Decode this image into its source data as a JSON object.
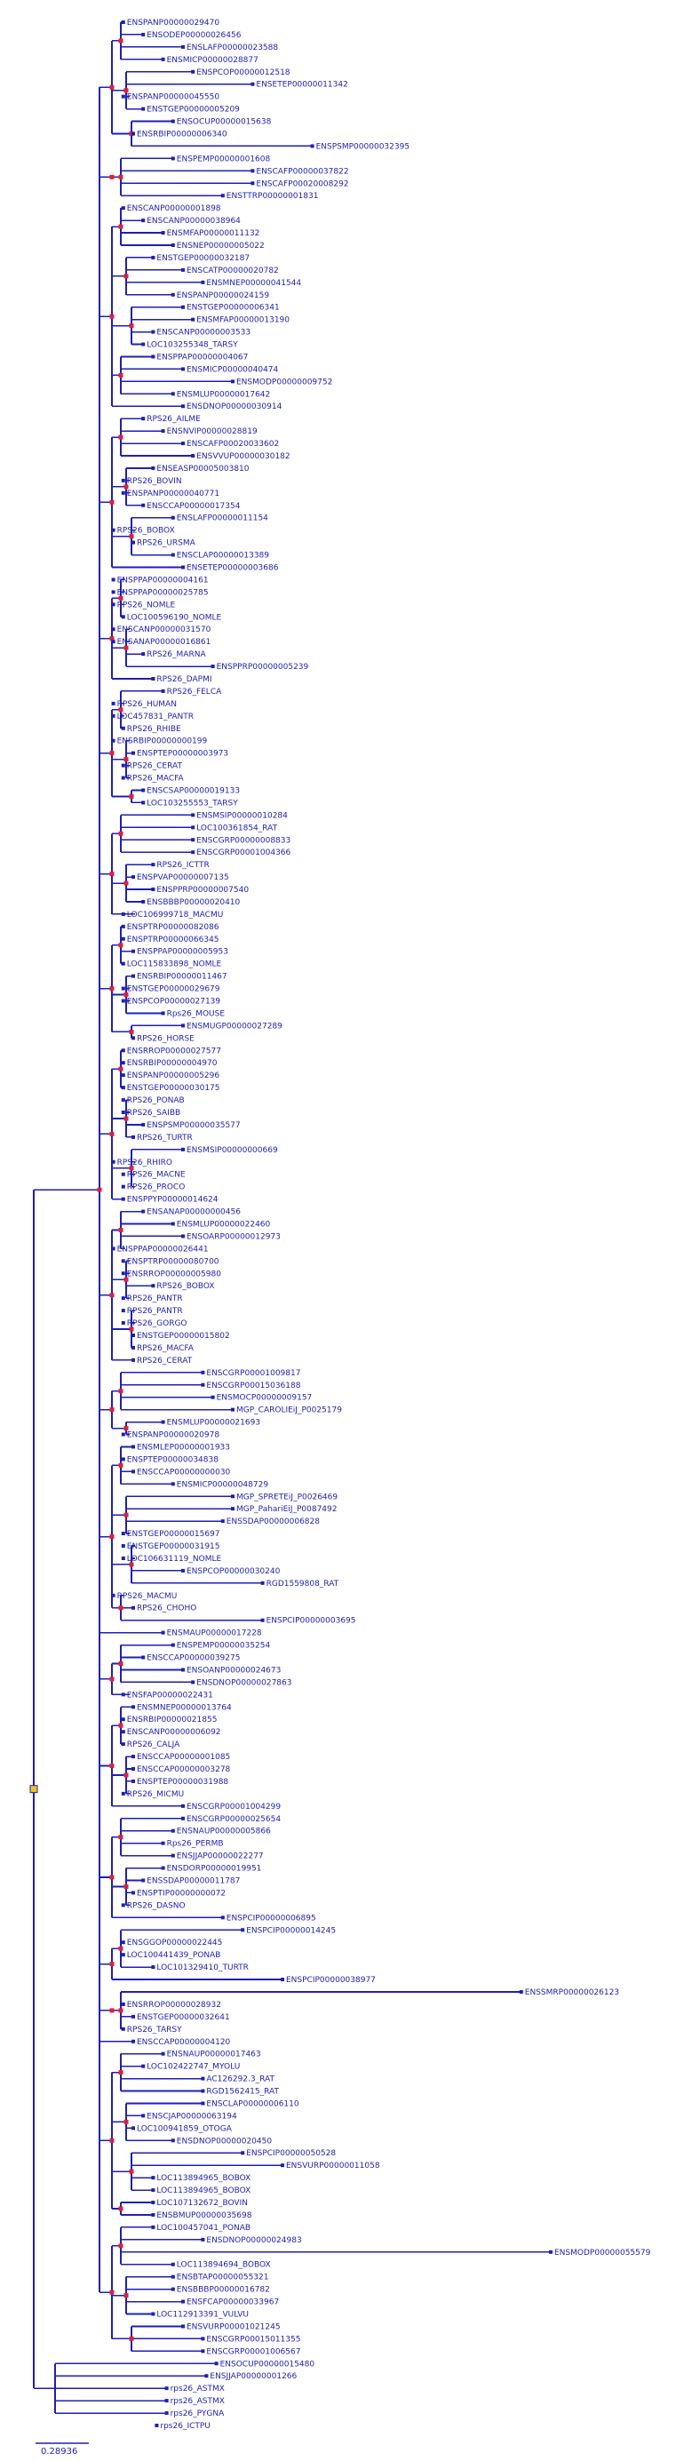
{
  "tree": {
    "scale_bar": "0.28936",
    "leaves": [
      {
        "label": "ENSPANP00000029470",
        "d": 0.18
      },
      {
        "label": "ENSODEP00000026456",
        "d": 0.22
      },
      {
        "label": "ENSLAFP00000023588",
        "d": 0.3
      },
      {
        "label": "ENSMICP00000028877",
        "d": 0.26
      },
      {
        "label": "ENSPCOP00000012518",
        "d": 0.32
      },
      {
        "label": "ENSETEP00000011342",
        "d": 0.44
      },
      {
        "label": "ENSPANP00000045550",
        "d": 0.18
      },
      {
        "label": "ENSTGEP00000005209",
        "d": 0.22
      },
      {
        "label": "ENSOCUP00000015638",
        "d": 0.28
      },
      {
        "label": "ENSRBIP00000006340",
        "d": 0.2
      },
      {
        "label": "ENSPSMP00000032395",
        "d": 0.56
      },
      {
        "label": "ENSPEMP00000001608",
        "d": 0.28
      },
      {
        "label": "ENSCAFP00000037822",
        "d": 0.44
      },
      {
        "label": "ENSCAFP00020008292",
        "d": 0.44
      },
      {
        "label": "ENSTTRP00000001831",
        "d": 0.38
      },
      {
        "label": "ENSCANP00000001898",
        "d": 0.18
      },
      {
        "label": "ENSCANP00000038964",
        "d": 0.22
      },
      {
        "label": "ENSMFAP00000011132",
        "d": 0.26
      },
      {
        "label": "ENSNEP00000005022",
        "d": 0.28
      },
      {
        "label": "ENSTGEP00000032187",
        "d": 0.24
      },
      {
        "label": "ENSCATP00000020782",
        "d": 0.3
      },
      {
        "label": "ENSMNEP00000041544",
        "d": 0.34
      },
      {
        "label": "ENSPANP00000024159",
        "d": 0.28
      },
      {
        "label": "ENSTGEP00000006341",
        "d": 0.3
      },
      {
        "label": "ENSMFAP00000013190",
        "d": 0.32
      },
      {
        "label": "ENSCANP00000003533",
        "d": 0.24
      },
      {
        "label": "LOC103255348_TARSY",
        "d": 0.22
      },
      {
        "label": "ENSPPAP00000004067",
        "d": 0.24
      },
      {
        "label": "ENSMICP00000040474",
        "d": 0.3
      },
      {
        "label": "ENSMODP00000009752",
        "d": 0.4
      },
      {
        "label": "ENSMLUP00000017642",
        "d": 0.28
      },
      {
        "label": "ENSDNOP00000030914",
        "d": 0.3
      },
      {
        "label": "RPS26_AILME",
        "d": 0.22
      },
      {
        "label": "ENSNVIP00000028819",
        "d": 0.26
      },
      {
        "label": "ENSCAFP00020033602",
        "d": 0.3
      },
      {
        "label": "ENSVVUP00000030182",
        "d": 0.32
      },
      {
        "label": "ENSEASP00005003810",
        "d": 0.24
      },
      {
        "label": "RPS26_BOVIN",
        "d": 0.18
      },
      {
        "label": "ENSPANP00000040771",
        "d": 0.18
      },
      {
        "label": "ENSCCAP00000017354",
        "d": 0.22
      },
      {
        "label": "ENSLAFP00000011154",
        "d": 0.28
      },
      {
        "label": "RPS26_BOBOX",
        "d": 0.16
      },
      {
        "label": "RPS26_URSMA",
        "d": 0.2
      },
      {
        "label": "ENSCLAP00000013389",
        "d": 0.28
      },
      {
        "label": "ENSETEP00000003686",
        "d": 0.3
      },
      {
        "label": "ENSPPAP00000004161",
        "d": 0.16
      },
      {
        "label": "ENSPPAP00000025785",
        "d": 0.16
      },
      {
        "label": "RPS26_NOMLE",
        "d": 0.16
      },
      {
        "label": "LOC100596190_NOMLE",
        "d": 0.18
      },
      {
        "label": "ENSCANP00000031570",
        "d": 0.16
      },
      {
        "label": "ENSANAP00000016861",
        "d": 0.16
      },
      {
        "label": "RPS26_MARNA",
        "d": 0.22
      },
      {
        "label": "ENSPPRP00000005239",
        "d": 0.36
      },
      {
        "label": "RPS26_DAPMI",
        "d": 0.24
      },
      {
        "label": "RPS26_FELCA",
        "d": 0.26
      },
      {
        "label": "RPS26_HUMAN",
        "d": 0.16
      },
      {
        "label": "LOC457831_PANTR",
        "d": 0.16
      },
      {
        "label": "RPS26_RHIBE",
        "d": 0.18
      },
      {
        "label": "ENSRBIP00000000199",
        "d": 0.16
      },
      {
        "label": "ENSPTEP00000003973",
        "d": 0.2
      },
      {
        "label": "RPS26_CERAT",
        "d": 0.18
      },
      {
        "label": "RPS26_MACFA",
        "d": 0.18
      },
      {
        "label": "ENSCSAP00000019133",
        "d": 0.22
      },
      {
        "label": "LOC103255553_TARSY",
        "d": 0.22
      },
      {
        "label": "ENSMSIP00000010284",
        "d": 0.32
      },
      {
        "label": "LOC100361854_RAT",
        "d": 0.32
      },
      {
        "label": "ENSCGRP00000008833",
        "d": 0.32
      },
      {
        "label": "ENSCGRP00001004366",
        "d": 0.32
      },
      {
        "label": "RPS26_ICTTR",
        "d": 0.24
      },
      {
        "label": "ENSPVAP00000007135",
        "d": 0.2
      },
      {
        "label": "ENSPPRP00000007540",
        "d": 0.24
      },
      {
        "label": "ENSBBBP00000020410",
        "d": 0.22
      },
      {
        "label": "LOC106999718_MACMU",
        "d": 0.18
      },
      {
        "label": "ENSPTRP00000082086",
        "d": 0.18
      },
      {
        "label": "ENSPTRP00000066345",
        "d": 0.18
      },
      {
        "label": "ENSPPAP00000005953",
        "d": 0.2
      },
      {
        "label": "LOC115833898_NOMLE",
        "d": 0.18
      },
      {
        "label": "ENSRBIP00000011467",
        "d": 0.2
      },
      {
        "label": "ENSTGEP00000029679",
        "d": 0.18
      },
      {
        "label": "ENSPCOP00000027139",
        "d": 0.18
      },
      {
        "label": "Rps26_MOUSE",
        "d": 0.26
      },
      {
        "label": "ENSMUGP00000027289",
        "d": 0.3
      },
      {
        "label": "RPS26_HORSE",
        "d": 0.2
      },
      {
        "label": "ENSRROP00000027577",
        "d": 0.18
      },
      {
        "label": "ENSRBIP00000004970",
        "d": 0.18
      },
      {
        "label": "ENSPANP00000005296",
        "d": 0.18
      },
      {
        "label": "ENSTGEP00000030175",
        "d": 0.18
      },
      {
        "label": "RPS26_PONAB",
        "d": 0.18
      },
      {
        "label": "RPS26_SAIBB",
        "d": 0.18
      },
      {
        "label": "ENSPSMP00000035577",
        "d": 0.22
      },
      {
        "label": "RPS26_TURTR",
        "d": 0.2
      },
      {
        "label": "ENSMSIP00000000669",
        "d": 0.3
      },
      {
        "label": "RPS26_RHIRO",
        "d": 0.16
      },
      {
        "label": "RPS26_MACNE",
        "d": 0.18
      },
      {
        "label": "RPS26_PROCO",
        "d": 0.18
      },
      {
        "label": "ENSPPYP00000014624",
        "d": 0.18
      },
      {
        "label": "ENSANAP00000000456",
        "d": 0.22
      },
      {
        "label": "ENSMLUP00000022460",
        "d": 0.28
      },
      {
        "label": "ENSOARP00000012973",
        "d": 0.3
      },
      {
        "label": "ENSPPAP00000026441",
        "d": 0.16
      },
      {
        "label": "ENSPTRP00000080700",
        "d": 0.18
      },
      {
        "label": "ENSRROP00000005980",
        "d": 0.18
      },
      {
        "label": "RPS26_BOBOX",
        "d": 0.24
      },
      {
        "label": "RPS26_PANTR",
        "d": 0.18
      },
      {
        "label": "RPS26_PANTR",
        "d": 0.18
      },
      {
        "label": "RPS26_GORGO",
        "d": 0.18
      },
      {
        "label": "ENSTGEP00000015802",
        "d": 0.2
      },
      {
        "label": "RPS26_MACFA",
        "d": 0.2
      },
      {
        "label": "RPS26_CERAT",
        "d": 0.2
      },
      {
        "label": "ENSCGRP00001009817",
        "d": 0.34
      },
      {
        "label": "ENSCGRP00015036188",
        "d": 0.34
      },
      {
        "label": "ENSMOCP00000009157",
        "d": 0.36
      },
      {
        "label": "MGP_CAROLIEiJ_P0025179",
        "d": 0.4
      },
      {
        "label": "ENSMLUP00000021693",
        "d": 0.26
      },
      {
        "label": "ENSPANP00000020978",
        "d": 0.18
      },
      {
        "label": "ENSMLEP00000001933",
        "d": 0.2
      },
      {
        "label": "ENSPTEP00000034838",
        "d": 0.18
      },
      {
        "label": "ENSCCAP00000000030",
        "d": 0.2
      },
      {
        "label": "ENSMICP00000048729",
        "d": 0.28
      },
      {
        "label": "MGP_SPRETEiJ_P0026469",
        "d": 0.4
      },
      {
        "label": "MGP_PahariEiJ_P0087492",
        "d": 0.4
      },
      {
        "label": "ENSSDAP00000006828",
        "d": 0.38
      },
      {
        "label": "ENSTGEP00000015697",
        "d": 0.18
      },
      {
        "label": "ENSTGEP00000031915",
        "d": 0.18
      },
      {
        "label": "LOC106631119_NOMLE",
        "d": 0.18
      },
      {
        "label": "ENSPCOP00000030240",
        "d": 0.3
      },
      {
        "label": "RGD1559808_RAT",
        "d": 0.46
      },
      {
        "label": "RPS26_MACMU",
        "d": 0.16
      },
      {
        "label": "RPS26_CHOHO",
        "d": 0.2
      },
      {
        "label": "ENSPCIP00000003695",
        "d": 0.46
      },
      {
        "label": "ENSMAUP00000017228",
        "d": 0.26
      },
      {
        "label": "ENSPEMP00000035254",
        "d": 0.28
      },
      {
        "label": "ENSCCAP00000039275",
        "d": 0.22
      },
      {
        "label": "ENSOANP00000024673",
        "d": 0.3
      },
      {
        "label": "ENSDNOP00000027863",
        "d": 0.32
      },
      {
        "label": "ENSFAP00000022431",
        "d": 0.18
      },
      {
        "label": "ENSMNEP00000013764",
        "d": 0.2
      },
      {
        "label": "ENSRBIP00000021855",
        "d": 0.18
      },
      {
        "label": "ENSCANP00000006092",
        "d": 0.18
      },
      {
        "label": "RPS26_CALJA",
        "d": 0.18
      },
      {
        "label": "ENSCCAP00000001085",
        "d": 0.2
      },
      {
        "label": "ENSCCAP00000003278",
        "d": 0.2
      },
      {
        "label": "ENSPTEP00000031988",
        "d": 0.2
      },
      {
        "label": "RPS26_MICMU",
        "d": 0.18
      },
      {
        "label": "ENSCGRP00001004299",
        "d": 0.3
      },
      {
        "label": "ENSCGRP00000025654",
        "d": 0.3
      },
      {
        "label": "ENSNAUP00000005866",
        "d": 0.28
      },
      {
        "label": "Rps26_PERMB",
        "d": 0.26
      },
      {
        "label": "ENSJJAP00000022277",
        "d": 0.28
      },
      {
        "label": "ENSDORP00000019951",
        "d": 0.26
      },
      {
        "label": "ENSSDAP00000011787",
        "d": 0.22
      },
      {
        "label": "ENSPTIP00000000072",
        "d": 0.2
      },
      {
        "label": "RPS26_DASNO",
        "d": 0.18
      },
      {
        "label": "ENSPCIP00000006895",
        "d": 0.38
      },
      {
        "label": "ENSPCIP00000014245",
        "d": 0.42
      },
      {
        "label": "ENSGGOP00000022445",
        "d": 0.18
      },
      {
        "label": "LOC100441439_PONAB",
        "d": 0.18
      },
      {
        "label": "LOC101329410_TURTR",
        "d": 0.24
      },
      {
        "label": "ENSPCIP00000038977",
        "d": 0.5
      },
      {
        "label": "ENSSMRP00000026123",
        "d": 0.98
      },
      {
        "label": "ENSRROP00000028932",
        "d": 0.18
      },
      {
        "label": "ENSTGEP00000032641",
        "d": 0.2
      },
      {
        "label": "RPS26_TARSY",
        "d": 0.18
      },
      {
        "label": "ENSCCAP00000004120",
        "d": 0.2
      },
      {
        "label": "ENSNAUP00000017463",
        "d": 0.26
      },
      {
        "label": "LOC102422747_MYOLU",
        "d": 0.22
      },
      {
        "label": "AC126292.3_RAT",
        "d": 0.34
      },
      {
        "label": "RGD1562415_RAT",
        "d": 0.34
      },
      {
        "label": "ENSCLAP00000006110",
        "d": 0.34
      },
      {
        "label": "ENSCJAP00000063194",
        "d": 0.22
      },
      {
        "label": "LOC100941859_OTOGA",
        "d": 0.2
      },
      {
        "label": "ENSDNOP00000020450",
        "d": 0.28
      },
      {
        "label": "ENSPCIP00000050528",
        "d": 0.42
      },
      {
        "label": "ENSVURP00000011058",
        "d": 0.5
      },
      {
        "label": "LOC113894965_BOBOX",
        "d": 0.24
      },
      {
        "label": "LOC113894965_BOBOX",
        "d": 0.24
      },
      {
        "label": "LOC107132672_BOVIN",
        "d": 0.24
      },
      {
        "label": "ENSBMUP00000035698",
        "d": 0.24
      },
      {
        "label": "LOC100457041_PONAB",
        "d": 0.24
      },
      {
        "label": "ENSDNOP00000024983",
        "d": 0.34
      },
      {
        "label": "ENSMODP00000055579",
        "d": 1.04
      },
      {
        "label": "LOC113894694_BOBOX",
        "d": 0.28
      },
      {
        "label": "ENSBTAP00000055321",
        "d": 0.28
      },
      {
        "label": "ENSBBBP00000016782",
        "d": 0.28
      },
      {
        "label": "ENSFCAP00000033967",
        "d": 0.3
      },
      {
        "label": "LOC112913391_VULVU",
        "d": 0.24
      },
      {
        "label": "ENSVURP00001021245",
        "d": 0.3
      },
      {
        "label": "ENSCGRP00015011355",
        "d": 0.34
      },
      {
        "label": "ENSCGRP00001006567",
        "d": 0.34
      },
      {
        "label": "ENSOCUP00000015480",
        "d": 0.26
      },
      {
        "label": "ENSJJAP00000001266",
        "d": 0.24
      },
      {
        "label": "rps26_ASTMX",
        "d": 0.16
      },
      {
        "label": "rps26_ASTMX",
        "d": 0.16
      },
      {
        "label": "rps26_PYGNA",
        "d": 0.16
      },
      {
        "label": "rps26_ICTPU",
        "d": 0.14
      }
    ]
  }
}
